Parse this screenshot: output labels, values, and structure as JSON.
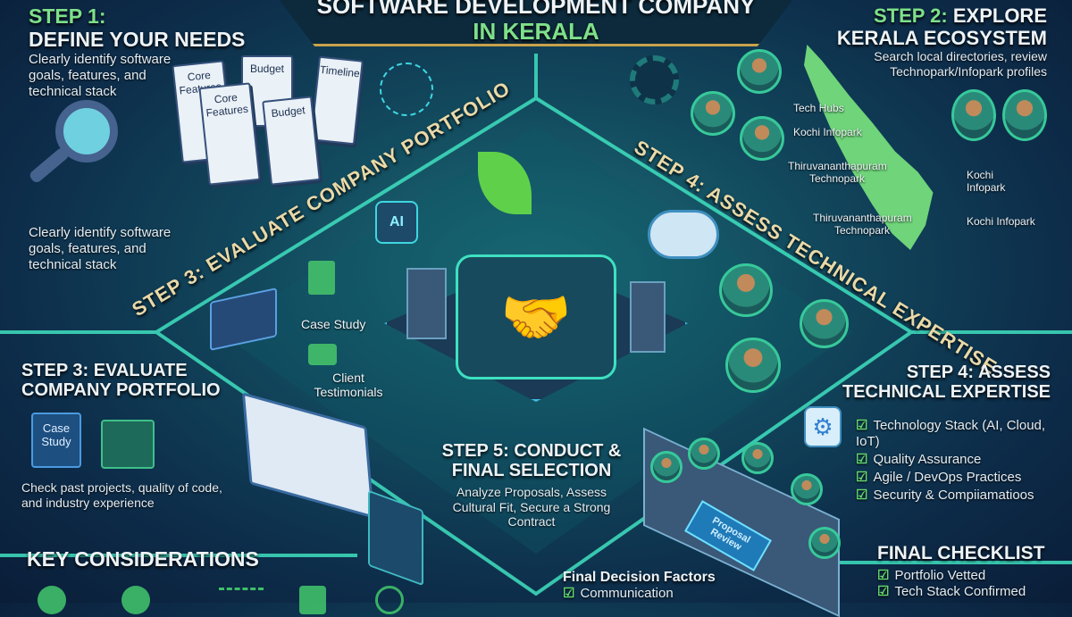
{
  "title": {
    "line1": "SOFTWARE DEVELOPMENT COMPANY",
    "line2": "IN KERALA"
  },
  "step1": {
    "label": "STEP 1:",
    "title": "DEFINE YOUR NEEDS",
    "desc": "Clearly identify software goals, features, and technical stack",
    "desc_repeat": "Clearly identify software goals, features, and technical stack",
    "docs": [
      "Core Features",
      "Budget",
      "Timeline",
      "Core Features",
      "Budget"
    ]
  },
  "step2": {
    "label": "STEP 2:",
    "title_a": "EXPLORE",
    "title_b": "KERALA ECOSYSTEM",
    "desc": "Search local directories, review Technopark/Infopark profiles",
    "map_labels": [
      "Tech Hubs",
      "Kochi Infopark",
      "Thiruvananthapuram Technopark",
      "Kochi Infopark",
      "Thiruvananthapuram Technopark",
      "Kochi Infopark"
    ]
  },
  "diag_step3": "STEP 3: EVALUATE COMPANY PORTFOLIO",
  "diag_step4": "STEP 4: ASSESS TECHNICAL EXPERTISE",
  "center": {
    "case_study": "Case Study",
    "client_testimonials": "Client Testimonials",
    "ai": "AI"
  },
  "step3": {
    "title": "STEP 3: EVALUATE COMPANY PORTFOLIO",
    "card": "Case Study",
    "desc": "Check past projects, quality of code, and industry experience"
  },
  "step4": {
    "title": "STEP 4: ASSESS TECHNICAL EXPERTISE",
    "items": [
      "Technology Stack (AI, Cloud, IoT)",
      "Quality Assurance",
      "Agile / DevOps Practices",
      "Security & Compiiamatioos"
    ]
  },
  "step5": {
    "title": "STEP 5: CONDUCT & FINAL SELECTION",
    "desc": "Analyze Proposals, Assess Cultural Fit, Secure a Strong Contract",
    "table_label": "Proposal Review"
  },
  "key": {
    "title": "KEY CONSIDERATIONS"
  },
  "decision": {
    "title": "Final Decision Factors",
    "items": [
      "Communication"
    ]
  },
  "checklist": {
    "title": "FINAL CHECKLIST",
    "items": [
      "Portfolio Vetted",
      "Tech Stack Confirmed"
    ]
  },
  "colors": {
    "accent_green": "#7ee08a",
    "line_teal": "#3fe0c0",
    "gold": "#c9a24a"
  }
}
